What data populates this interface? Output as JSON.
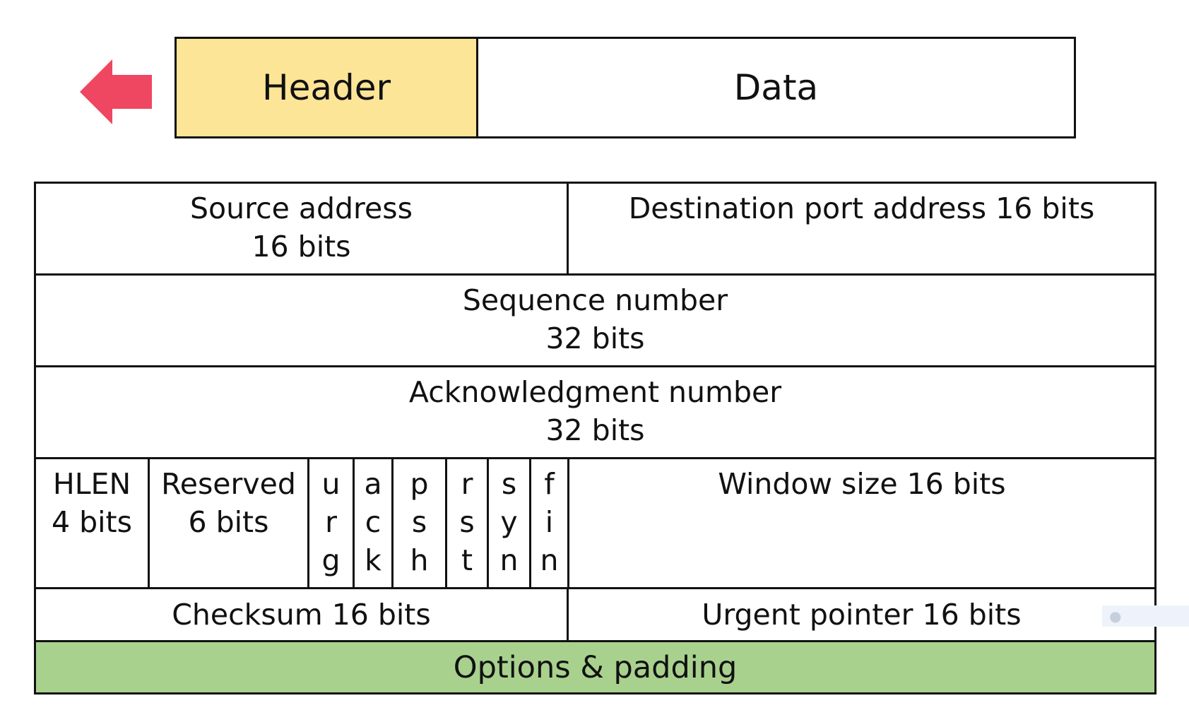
{
  "segment": {
    "header_label": "Header",
    "data_label": "Data",
    "header_color": "#fde597",
    "arrow_color": "#ef4661",
    "arrow_icon": "left-arrow-icon"
  },
  "tcp_header": {
    "source_port": {
      "line1": "Source address",
      "line2": "16 bits"
    },
    "destination_port": "Destination port address 16 bits",
    "sequence": {
      "line1": "Sequence number",
      "line2": "32 bits"
    },
    "acknowledgment": {
      "line1": "Acknowledgment number",
      "line2": "32 bits"
    },
    "hlen": {
      "line1": "HLEN",
      "line2": "4 bits"
    },
    "reserved": {
      "line1": "Reserved",
      "line2": "6 bits"
    },
    "flags": [
      {
        "c1": "u",
        "c2": "r",
        "c3": "g"
      },
      {
        "c1": "a",
        "c2": "c",
        "c3": "k"
      },
      {
        "c1": "p",
        "c2": "s",
        "c3": "h"
      },
      {
        "c1": "r",
        "c2": "s",
        "c3": "t"
      },
      {
        "c1": "s",
        "c2": "y",
        "c3": "n"
      },
      {
        "c1": "f",
        "c2": "i",
        "c3": "n"
      }
    ],
    "window_size": "Window size 16 bits",
    "checksum": "Checksum 16 bits",
    "urgent_pointer": "Urgent pointer 16 bits",
    "options": "Options & padding",
    "options_color": "#a9d18e"
  }
}
